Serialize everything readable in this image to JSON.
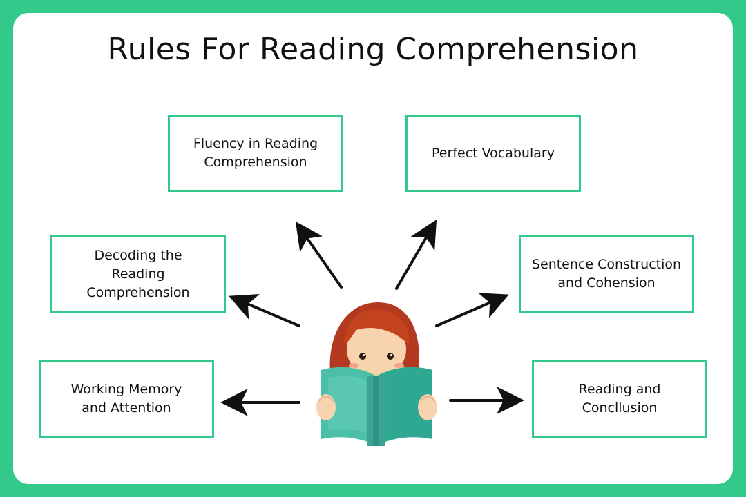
{
  "title": "Rules For Reading Comprehension",
  "colors": {
    "accent": "#33c98a",
    "background": "#ffffff",
    "text": "#111111"
  },
  "illustration": "girl-reading-book-icon",
  "boxes": {
    "fluency": "Fluency in Reading Comprehension",
    "vocabulary": "Perfect Vocabulary",
    "decoding": "Decoding the Reading Comprehension",
    "sentence": "Sentence Construction and Cohension",
    "memory": "Working Memory and Attention",
    "conclusion": "Reading and Concllusion"
  }
}
